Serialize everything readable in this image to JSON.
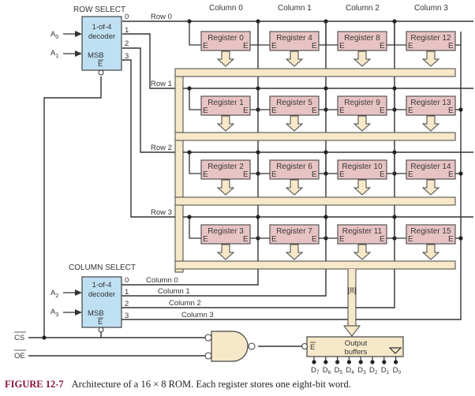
{
  "colors": {
    "wire": "#333333",
    "decoder_fill": "#bfe0f2",
    "register_fill": "#e8c3c3",
    "register_stroke": "#555555",
    "bus_fill": "#f6e8c8",
    "gate_fill": "#f6e8c8",
    "caption_accent": "#8a1538"
  },
  "row_select": {
    "title": "ROW SELECT",
    "decoder_label_1": "1-of-4",
    "decoder_label_2": "decoder",
    "msb_label": "MSB",
    "enable_label": "E",
    "inputs": [
      {
        "name": "A",
        "sub": "0"
      },
      {
        "name": "A",
        "sub": "1"
      }
    ],
    "outputs": [
      "0",
      "1",
      "2",
      "3"
    ],
    "row_labels": [
      "Row 0",
      "Row 1",
      "Row 2",
      "Row 3"
    ]
  },
  "column_headers": [
    "Column 0",
    "Column 1",
    "Column 2",
    "Column 3"
  ],
  "registers": [
    [
      "Register 0",
      "Register 4",
      "Register 8",
      "Register 12"
    ],
    [
      "Register 1",
      "Register 5",
      "Register 9",
      "Register 13"
    ],
    [
      "Register 2",
      "Register 6",
      "Register 10",
      "Register 14"
    ],
    [
      "Register 3",
      "Register 7",
      "Register 11",
      "Register 15"
    ]
  ],
  "register_enable_label": "E",
  "column_select": {
    "title": "COLUMN SELECT",
    "decoder_label_1": "1-of-4",
    "decoder_label_2": "decoder",
    "msb_label": "MSB",
    "enable_label": "E",
    "inputs": [
      {
        "name": "A",
        "sub": "2"
      },
      {
        "name": "A",
        "sub": "3"
      }
    ],
    "outputs": [
      "0",
      "1",
      "2",
      "3"
    ],
    "column_labels": [
      "Column 0",
      "Column 1",
      "Column 2",
      "Column 3"
    ]
  },
  "control_inputs": {
    "cs_label": "CS",
    "oe_label": "OE"
  },
  "bus_width_label": "[8]",
  "output_buffers": {
    "label_1": "Output",
    "label_2": "buffers",
    "enable_label": "E",
    "outputs": [
      {
        "name": "D",
        "sub": "7"
      },
      {
        "name": "D",
        "sub": "6"
      },
      {
        "name": "D",
        "sub": "5"
      },
      {
        "name": "D",
        "sub": "4"
      },
      {
        "name": "D",
        "sub": "3"
      },
      {
        "name": "D",
        "sub": "2"
      },
      {
        "name": "D",
        "sub": "1"
      },
      {
        "name": "D",
        "sub": "0"
      }
    ]
  },
  "caption": {
    "figure": "FIGURE 12-7",
    "text": "Architecture of a 16 × 8 ROM. Each register stores one eight-bit word."
  }
}
